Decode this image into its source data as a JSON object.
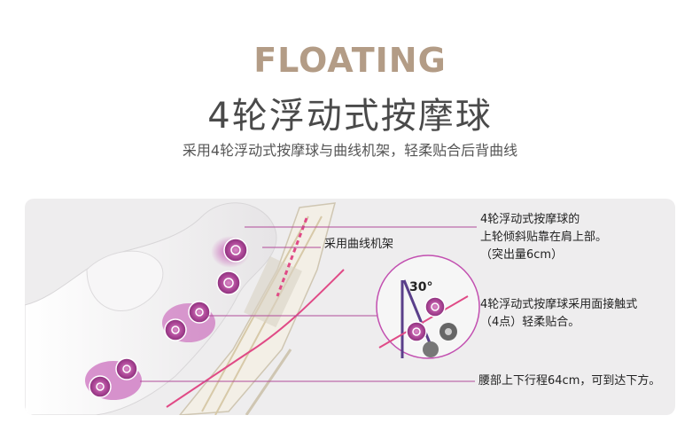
{
  "header": {
    "title_en": "FLOATING",
    "title_cn": "4轮浮动式按摩球",
    "subtitle": "采用4轮浮动式按摩球与曲线机架，轻柔贴合后背曲线"
  },
  "diagram": {
    "frame_label": "采用曲线机架",
    "angle_label": "30°",
    "note1": {
      "line1": "4轮浮动式按摩球的",
      "line2": "上轮倾斜贴靠在肩上部。",
      "line3": "（突出量6cm）"
    },
    "note2": {
      "line1": "4轮浮动式按摩球采用面接触式",
      "line2": "（4点）轻柔贴合。"
    },
    "note3": {
      "line1": "腰部上下行程64cm，可到达下方。"
    }
  },
  "colors": {
    "title_en": "#b39c86",
    "accent_magenta": "#a0307f",
    "accent_pink": "#e04a86",
    "panel_bg": "#eeedee"
  }
}
